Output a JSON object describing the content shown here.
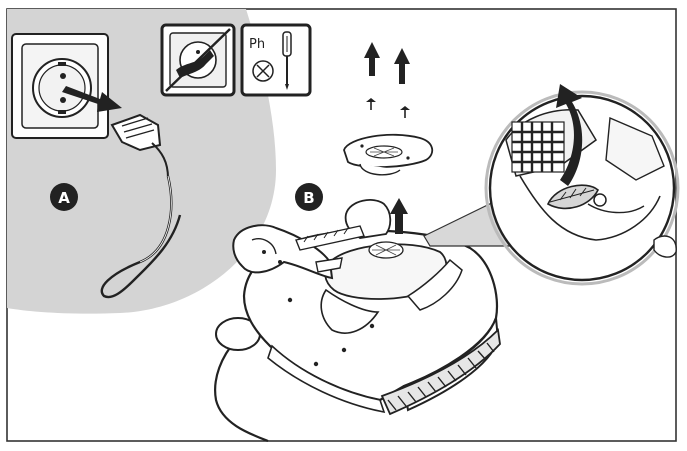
{
  "steps": {
    "a": "A",
    "b": "B"
  },
  "tool_label": "Ph",
  "icons": {
    "socket": "wall-socket-icon",
    "no_power": "no-power-icon",
    "screwdriver": "phillips-screwdriver-icon"
  },
  "colors": {
    "ink": "#222222",
    "shade": "#d4d4d4",
    "frame": "#333333",
    "background": "#ffffff"
  }
}
